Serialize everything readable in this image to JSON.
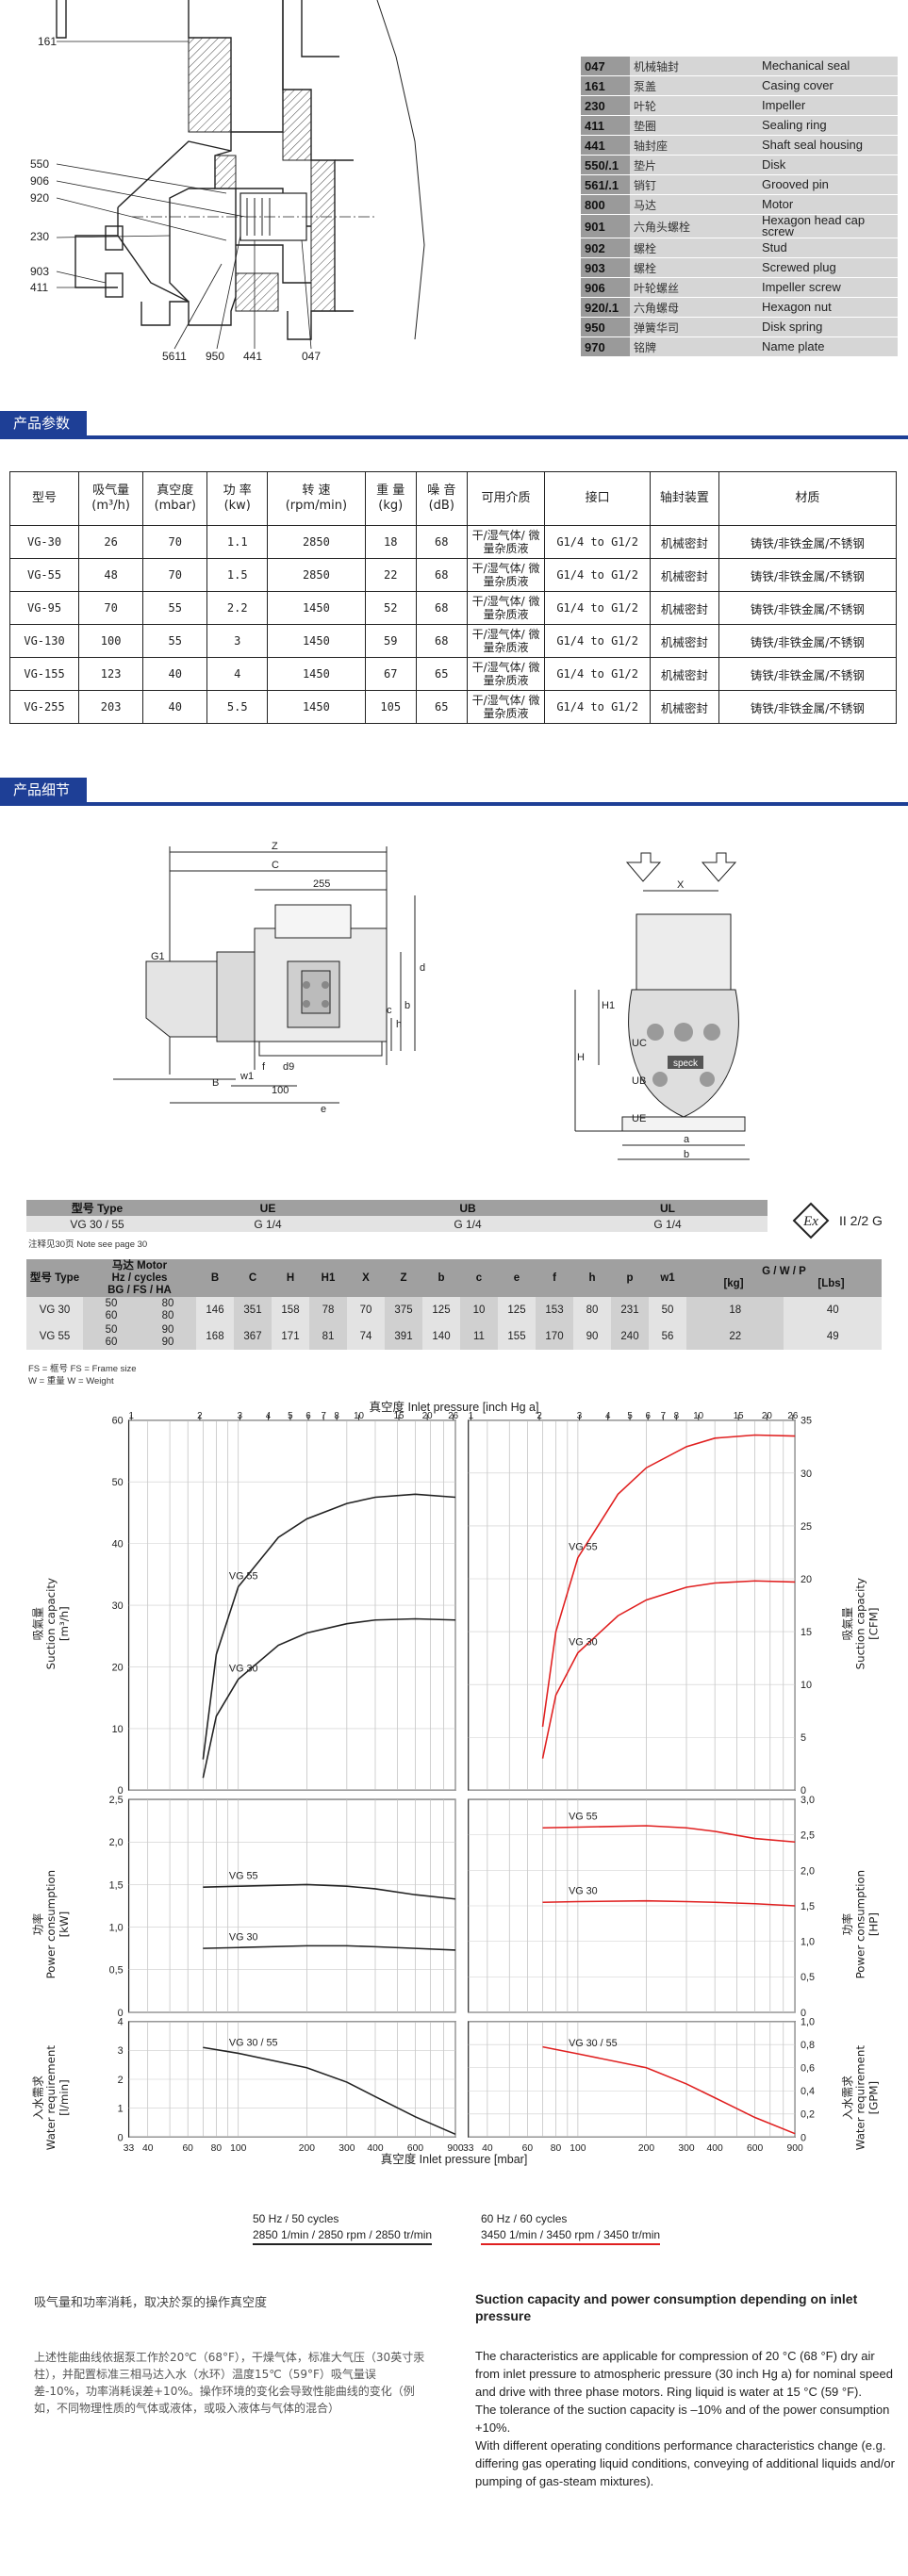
{
  "drawing_top": {
    "callouts": [
      "161",
      "550",
      "906",
      "920",
      "230",
      "903",
      "411",
      "5611",
      "950",
      "441",
      "047"
    ]
  },
  "parts": [
    {
      "code": "047",
      "zh": "机械轴封",
      "en": "Mechanical seal"
    },
    {
      "code": "161",
      "zh": "泵盖",
      "en": "Casing cover"
    },
    {
      "code": "230",
      "zh": "叶轮",
      "en": "Impeller"
    },
    {
      "code": "411",
      "zh": "垫圈",
      "en": "Sealing ring"
    },
    {
      "code": "441",
      "zh": "轴封座",
      "en": "Shaft seal housing"
    },
    {
      "code": "550/.1",
      "zh": "垫片",
      "en": "Disk"
    },
    {
      "code": "561/.1",
      "zh": "销钉",
      "en": "Grooved pin"
    },
    {
      "code": "800",
      "zh": "马达",
      "en": "Motor"
    },
    {
      "code": "901",
      "zh": "六角头螺栓",
      "en": "Hexagon head cap screw"
    },
    {
      "code": "902",
      "zh": "螺栓",
      "en": "Stud"
    },
    {
      "code": "903",
      "zh": "螺栓",
      "en": "Screwed plug"
    },
    {
      "code": "906",
      "zh": "叶轮螺丝",
      "en": "Impeller screw"
    },
    {
      "code": "920/.1",
      "zh": "六角螺母",
      "en": "Hexagon nut"
    },
    {
      "code": "950",
      "zh": "弹簧华司",
      "en": "Disk spring"
    },
    {
      "code": "970",
      "zh": "铭牌",
      "en": "Name plate"
    }
  ],
  "section1": {
    "title": "产品参数"
  },
  "section2": {
    "title": "产品细节"
  },
  "specs": {
    "headers": [
      "型号",
      "吸气量 (m³/h)",
      "真空度 (mbar)",
      "功 率 (kw)",
      "转 速 (rpm/min)",
      "重 量 (kg)",
      "噪 音 (dB)",
      "可用介质",
      "接口",
      "轴封装置",
      "材质"
    ],
    "rows": [
      [
        "VG-30",
        "26",
        "70",
        "1.1",
        "2850",
        "18",
        "68",
        "干/湿气体/ 微量杂质液",
        "G1/4 to G1/2",
        "机械密封",
        "铸铁/非铁金属/不锈钢"
      ],
      [
        "VG-55",
        "48",
        "70",
        "1.5",
        "2850",
        "22",
        "68",
        "干/湿气体/ 微量杂质液",
        "G1/4 to G1/2",
        "机械密封",
        "铸铁/非铁金属/不锈钢"
      ],
      [
        "VG-95",
        "70",
        "55",
        "2.2",
        "1450",
        "52",
        "68",
        "干/湿气体/ 微量杂质液",
        "G1/4 to G1/2",
        "机械密封",
        "铸铁/非铁金属/不锈钢"
      ],
      [
        "VG-130",
        "100",
        "55",
        "3",
        "1450",
        "59",
        "68",
        "干/湿气体/ 微量杂质液",
        "G1/4 to G1/2",
        "机械密封",
        "铸铁/非铁金属/不锈钢"
      ],
      [
        "VG-155",
        "123",
        "40",
        "4",
        "1450",
        "67",
        "65",
        "干/湿气体/ 微量杂质液",
        "G1/4 to G1/2",
        "机械密封",
        "铸铁/非铁金属/不锈钢"
      ],
      [
        "VG-255",
        "203",
        "40",
        "5.5",
        "1450",
        "105",
        "65",
        "干/湿气体/ 微量杂质液",
        "G1/4 to G1/2",
        "机械密封",
        "铸铁/非铁金属/不锈钢"
      ]
    ]
  },
  "drawing_dims": {
    "left_labels": [
      "Z",
      "C",
      "255",
      "G1",
      "d",
      "b",
      "h",
      "c",
      "f",
      "d9",
      "w1",
      "100",
      "B",
      "e"
    ],
    "right_labels": [
      "X",
      "H1",
      "H",
      "UC",
      "UB",
      "UE",
      "a",
      "b"
    ],
    "brand": "speck"
  },
  "dim_table1": {
    "col1": "型号 Type",
    "ue": "UE",
    "ub": "UB",
    "ul": "UL",
    "model": "VG 30 / 55",
    "ue_v": "G 1/4",
    "ub_v": "G 1/4",
    "ul_v": "G 1/4",
    "ex_mark": "Ex",
    "ex_text": "II 2/2 G",
    "note": "注释见30页   Note see page 30"
  },
  "dim_table2": {
    "h_type": "型号 Type",
    "h_hz_zh": "马达 Motor",
    "h_hz": "Hz / cycles",
    "h_bg": "BG / FS / HA",
    "cols": [
      "B",
      "C",
      "H",
      "H1",
      "X",
      "Z",
      "b",
      "c",
      "e",
      "f",
      "h",
      "p",
      "w1"
    ],
    "h_gwp": "G / W / P",
    "h_kg": "[kg]",
    "h_lbs": "[Lbs]",
    "rows": [
      {
        "type": "VG 30",
        "hz": "50 60",
        "bg": "80 80",
        "vals": [
          "146",
          "351",
          "158",
          "78",
          "70",
          "375",
          "125",
          "10",
          "125",
          "153",
          "80",
          "231",
          "50"
        ],
        "kg": "18",
        "lbs": "40"
      },
      {
        "type": "VG 55",
        "hz": "50 60",
        "bg": "90 90",
        "vals": [
          "168",
          "367",
          "171",
          "81",
          "74",
          "391",
          "140",
          "11",
          "155",
          "170",
          "90",
          "240",
          "56"
        ],
        "kg": "22",
        "lbs": "49"
      }
    ],
    "legend1": "FS = 框号   FS = Frame size",
    "legend2": "W = 重量   W = Weight"
  },
  "chart_data": {
    "type": "line",
    "top_axis_label": "真空度  Inlet pressure [inch Hg a]",
    "bottom_axis_label": "真空度  Inlet pressure [mbar]",
    "top_ticks": [
      "1",
      "2",
      "3",
      "4",
      "5",
      "6",
      "7",
      "8",
      "10",
      "15",
      "20",
      "26"
    ],
    "bottom_ticks": [
      "33",
      "40",
      "60",
      "80",
      "100",
      "200",
      "300",
      "400",
      "600",
      "900"
    ],
    "panels": [
      {
        "name": "suction-50hz",
        "ylabel_zh": "吸氣量",
        "ylabel": "Suction capacity",
        "yunit": "[m³/h]",
        "yticks": [
          "0",
          "10",
          "20",
          "30",
          "40",
          "50",
          "60"
        ],
        "series": [
          {
            "name": "VG 55",
            "x": [
              70,
              80,
              100,
              150,
              200,
              300,
              400,
              600,
              900
            ],
            "y": [
              5,
              22,
              33,
              41,
              44,
              46.5,
              47.5,
              48,
              47.5
            ]
          },
          {
            "name": "VG 30",
            "x": [
              70,
              80,
              100,
              150,
              200,
              300,
              400,
              600,
              900
            ],
            "y": [
              2,
              12,
              18,
              23.5,
              25.5,
              27,
              27.6,
              27.8,
              27.6
            ]
          }
        ]
      },
      {
        "name": "suction-60hz",
        "ylabel_zh": "吸氣量",
        "ylabel": "Suction capacity",
        "yunit": "[CFM]",
        "yticks": [
          "0",
          "5",
          "10",
          "15",
          "20",
          "25",
          "30",
          "35"
        ],
        "series": [
          {
            "name": "VG 55",
            "x": [
              70,
              80,
              100,
              150,
              200,
              300,
              400,
              600,
              900
            ],
            "y": [
              6,
              15,
              22,
              28,
              30.5,
              32.5,
              33.3,
              33.6,
              33.5
            ]
          },
          {
            "name": "VG 30",
            "x": [
              70,
              80,
              100,
              150,
              200,
              300,
              400,
              600,
              900
            ],
            "y": [
              3,
              9,
              13,
              16.5,
              18,
              19.2,
              19.6,
              19.8,
              19.7
            ]
          }
        ]
      },
      {
        "name": "power-50hz",
        "ylabel_zh": "功率",
        "ylabel": "Power consumption",
        "yunit": "[kW]",
        "yticks": [
          "0",
          "0,5",
          "1,0",
          "1,5",
          "2,0",
          "2,5"
        ],
        "series": [
          {
            "name": "VG 55",
            "x": [
              70,
              100,
              200,
              300,
              400,
              600,
              900
            ],
            "y": [
              1.47,
              1.48,
              1.5,
              1.48,
              1.45,
              1.38,
              1.33
            ]
          },
          {
            "name": "VG 30",
            "x": [
              70,
              100,
              200,
              300,
              400,
              600,
              900
            ],
            "y": [
              0.75,
              0.76,
              0.78,
              0.78,
              0.77,
              0.75,
              0.73
            ]
          }
        ]
      },
      {
        "name": "power-60hz",
        "ylabel_zh": "功率",
        "ylabel": "Power consumption",
        "yunit": "[HP]",
        "yticks": [
          "0",
          "0,5",
          "1,0",
          "1,5",
          "2,0",
          "2,5",
          "3,0"
        ],
        "series": [
          {
            "name": "VG 55",
            "x": [
              70,
              100,
              200,
              300,
              400,
              600,
              900
            ],
            "y": [
              2.6,
              2.61,
              2.63,
              2.6,
              2.55,
              2.45,
              2.4
            ]
          },
          {
            "name": "VG 30",
            "x": [
              70,
              100,
              200,
              300,
              400,
              600,
              900
            ],
            "y": [
              1.55,
              1.56,
              1.57,
              1.56,
              1.55,
              1.53,
              1.5
            ]
          }
        ]
      },
      {
        "name": "water-50hz",
        "ylabel_zh": "入水需求",
        "ylabel": "Water requirement",
        "yunit": "[l/min]",
        "yticks": [
          "0",
          "1",
          "2",
          "3",
          "4"
        ],
        "series": [
          {
            "name": "VG 30 / 55",
            "x": [
              70,
              100,
              200,
              300,
              400,
              600,
              900
            ],
            "y": [
              3.1,
              2.9,
              2.4,
              1.9,
              1.4,
              0.7,
              0.1
            ]
          }
        ]
      },
      {
        "name": "water-60hz",
        "ylabel_zh": "入水需求",
        "ylabel": "Water requirement",
        "yunit": "[GPM]",
        "yticks": [
          "0",
          "0,2",
          "0,4",
          "0,6",
          "0,8",
          "1,0"
        ],
        "series": [
          {
            "name": "VG 30 / 55",
            "x": [
              70,
              100,
              200,
              300,
              400,
              600,
              900
            ],
            "y": [
              0.78,
              0.72,
              0.6,
              0.46,
              0.34,
              0.17,
              0.03
            ]
          }
        ]
      }
    ],
    "legend_50": [
      "50 Hz / 50 cycles",
      "2850 1/min / 2850 rpm / 2850 tr/min"
    ],
    "legend_60": [
      "60 Hz / 60 cycles",
      "3450 1/min / 3450 rpm / 3450 tr/min"
    ],
    "colors": {
      "hz50": "#222222",
      "hz60": "#e02020"
    }
  },
  "texts": {
    "zh_title": "吸气量和功率消耗，取决於泵的操作真空度",
    "zh_body": "上述性能曲线依据泵工作於20℃（68°F），干燥气体，标准大气压（30英寸汞柱），并配置标准三相马达入水（水环）温度15℃（59°F）吸气量误差-10%，功率消耗误差+10%。操作环境的变化会导致性能曲线的变化（例如，不同物理性质的气体或液体，或吸入液体与气体的混合）",
    "en_title": "Suction capacity and power consumption depending on inlet pressure",
    "en_p1": "The characteristics are applicable for compression of 20 °C (68 °F) dry air from inlet pressure to atmospheric pressure (30 inch Hg a) for nominal speed and drive with three phase motors. Ring liquid is water at 15 °C (59 °F).",
    "en_p2": "The tolerance of the suction capacity is –10% and of the power consumption +10%.",
    "en_p3": "With different operating conditions performance characteristics change (e.g. differing gas operating liquid conditions, conveying of additional liquids and/or pumping of gas-steam mixtures)."
  }
}
